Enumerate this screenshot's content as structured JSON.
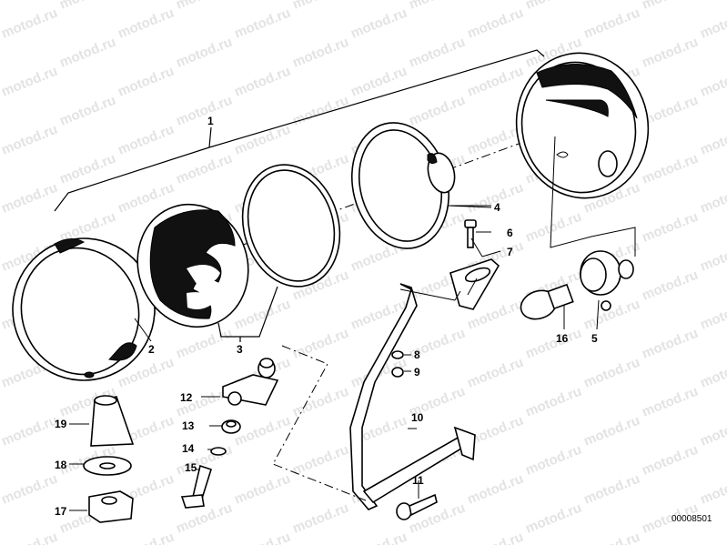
{
  "watermark": "motod.ru",
  "reference_number": "00008501",
  "callouts": [
    {
      "id": "1",
      "label": "1"
    },
    {
      "id": "2",
      "label": "2"
    },
    {
      "id": "3",
      "label": "3"
    },
    {
      "id": "4",
      "label": "4"
    },
    {
      "id": "5",
      "label": "5"
    },
    {
      "id": "6",
      "label": "6"
    },
    {
      "id": "7",
      "label": "7"
    },
    {
      "id": "8",
      "label": "8"
    },
    {
      "id": "9",
      "label": "9"
    },
    {
      "id": "10",
      "label": "10"
    },
    {
      "id": "11",
      "label": "11"
    },
    {
      "id": "12",
      "label": "12"
    },
    {
      "id": "13",
      "label": "13"
    },
    {
      "id": "14",
      "label": "14"
    },
    {
      "id": "15",
      "label": "15"
    },
    {
      "id": "16",
      "label": "16"
    },
    {
      "id": "17",
      "label": "17"
    },
    {
      "id": "18",
      "label": "18"
    },
    {
      "id": "19",
      "label": "19"
    }
  ]
}
